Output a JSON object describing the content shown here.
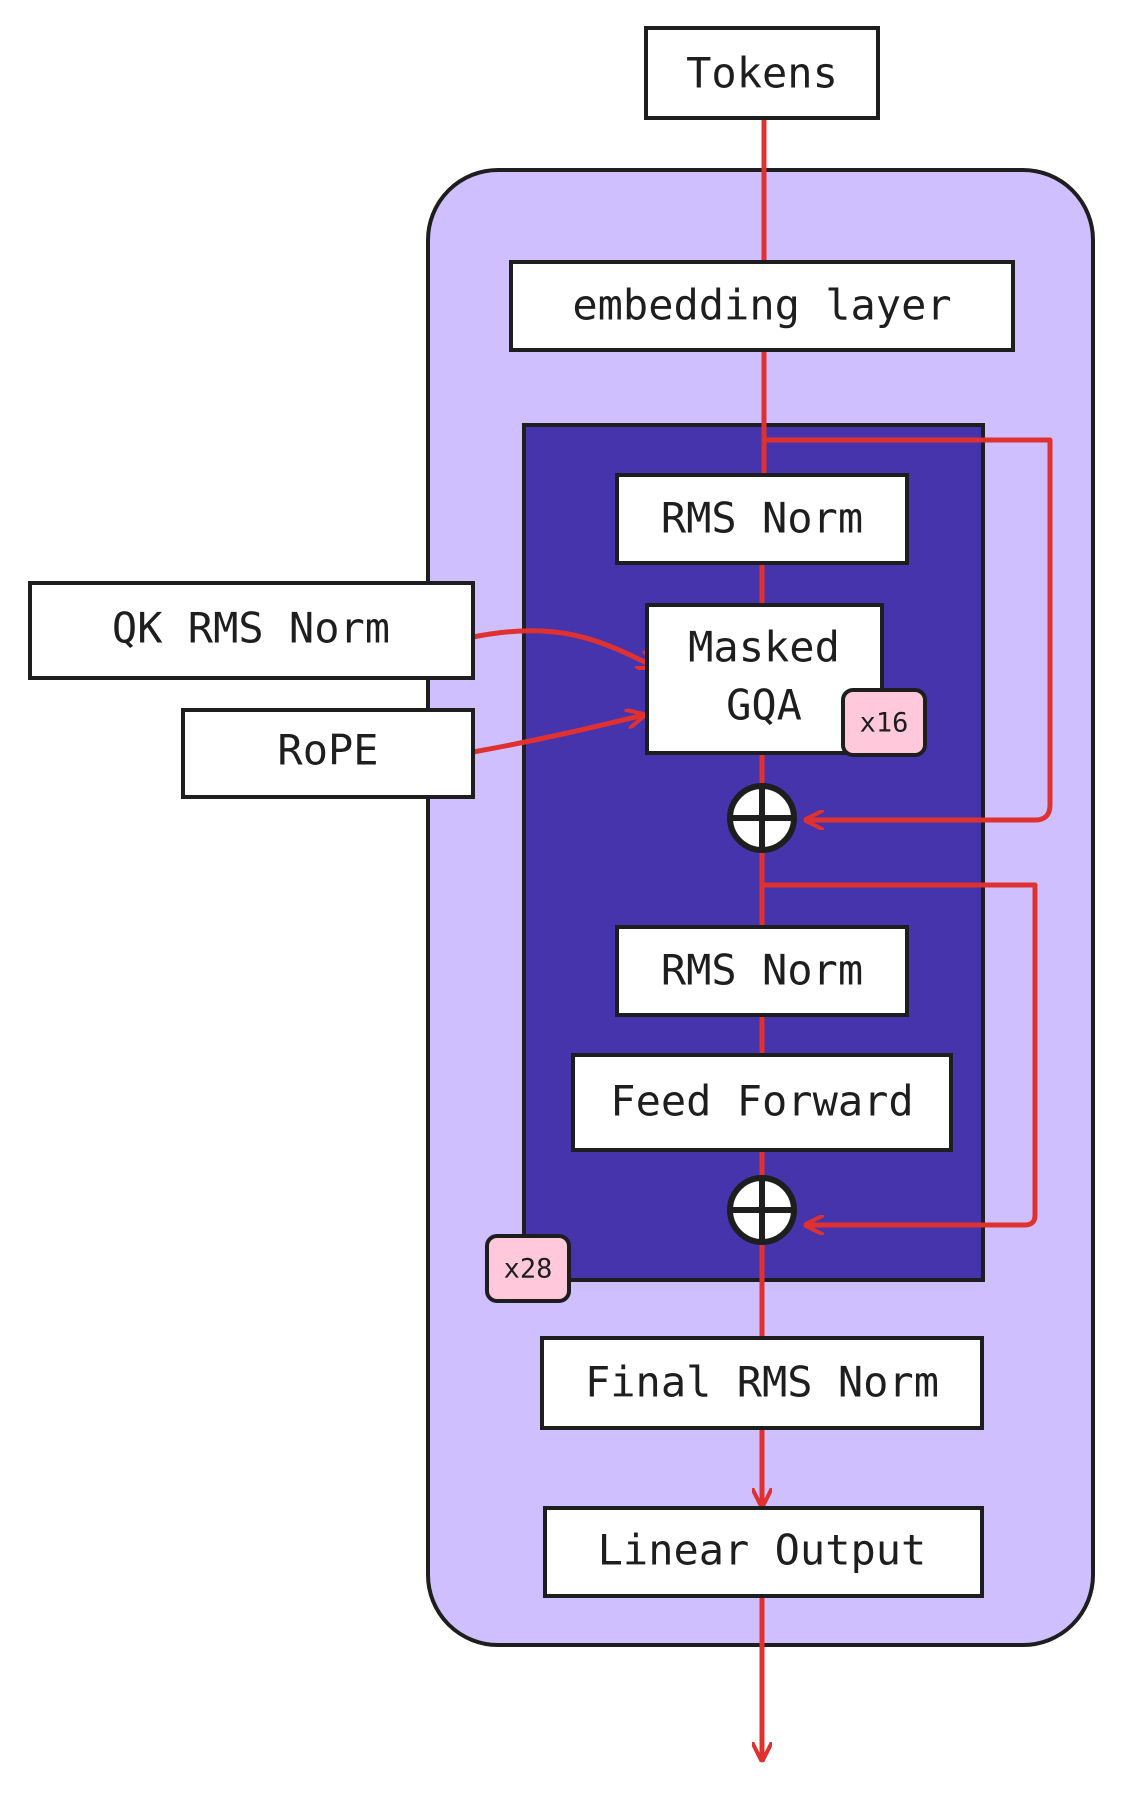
{
  "nodes": {
    "tokens": "Tokens",
    "embedding": "embedding layer",
    "rms_norm_1": "RMS Norm",
    "masked_gqa_line1": "Masked",
    "masked_gqa_line2": "GQA",
    "qk_rms_norm": "QK RMS Norm",
    "rope": "RoPE",
    "rms_norm_2": "RMS Norm",
    "feed_forward": "Feed Forward",
    "final_rms_norm": "Final RMS Norm",
    "linear_output": "Linear Output"
  },
  "badges": {
    "heads": "x16",
    "layers": "x28"
  },
  "colors": {
    "outer_fill": "#d0bfff",
    "block_fill": "#4634ad",
    "box_fill": "#ffffff",
    "stroke": "#1e1e1e",
    "arrow": "#e03131",
    "badge_fill": "#ffc9db"
  }
}
